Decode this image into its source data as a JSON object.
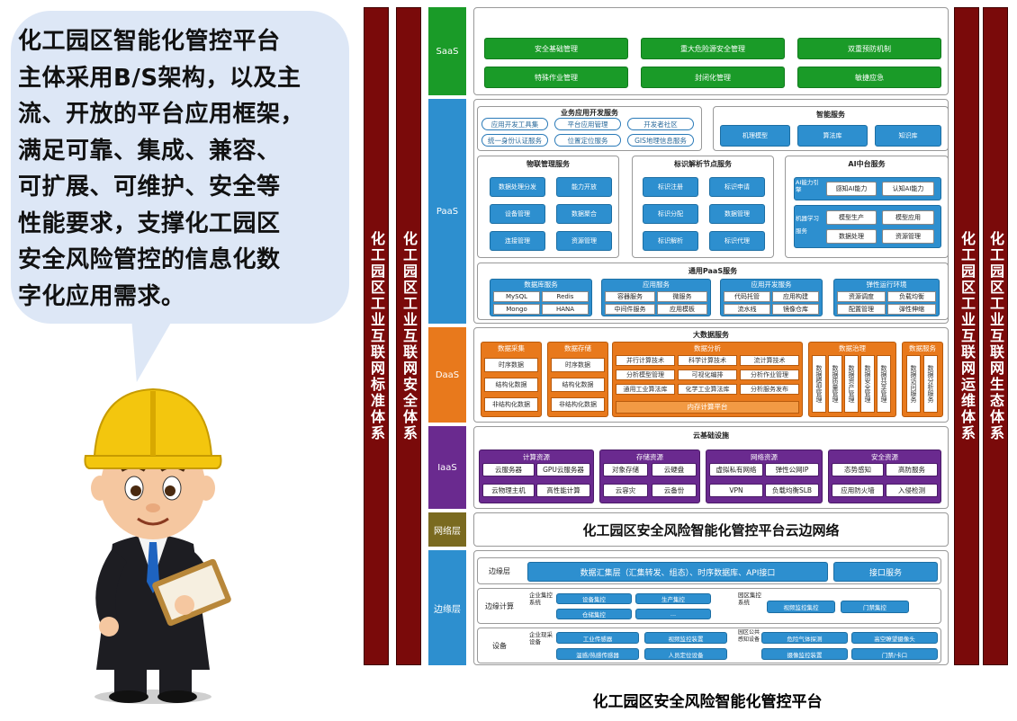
{
  "speech": {
    "lines": [
      "化工园区智能化管控平台",
      "主体采用B/S架构，以及主",
      "流、开放的平台应用框架，",
      "满足可靠、集成、兼容、",
      "可扩展、可维护、安全等",
      "性能要求，支撑化工园区",
      "安全风险管控的信息化数",
      "字化应用需求。"
    ]
  },
  "pillars": {
    "left1": "化工园区工业互联网标准体系",
    "left2": "化工园区工业互联网安全体系",
    "right1": "化工园区工业互联网运维体系",
    "right2": "化工园区工业互联网生态体系"
  },
  "layers": {
    "saas": "SaaS",
    "paas": "PaaS",
    "daas": "DaaS",
    "iaas": "IaaS",
    "network": "网络层",
    "edge": "边缘层"
  },
  "colors": {
    "saas": "#1a9b28",
    "paas": "#2d8fcf",
    "daas": "#e8791c",
    "iaas": "#6a2a8f",
    "network": "#7a6a20",
    "edge": "#2d8fcf",
    "pillar": "#7a0a0a"
  },
  "saas": {
    "buttons": [
      "安全基础管理",
      "重大危险源安全管理",
      "双重预防机制",
      "特殊作业管理",
      "封闭化管理",
      "敏捷应急"
    ]
  },
  "paas": {
    "biz_dev": {
      "title": "业务应用开发服务",
      "items": [
        "应用开发工具集",
        "平台应用管理",
        "开发者社区",
        "统一身份认证服务",
        "位置定位服务",
        "GIS地理信息服务"
      ]
    },
    "intelligent": {
      "title": "智能服务",
      "items": [
        "机理模型",
        "算法库",
        "知识库"
      ]
    },
    "iot": {
      "title": "物联管理服务",
      "items": [
        "数据处理分发",
        "能力开放",
        "设备管理",
        "数据聚合",
        "连接管理",
        "资源管理"
      ]
    },
    "identifier": {
      "title": "标识解析节点服务",
      "items": [
        "标识注册",
        "标识申请",
        "标识分配",
        "数据管理",
        "标识解析",
        "标识代理"
      ]
    },
    "ai": {
      "title": "AI中台服务",
      "label1": "AI能力引擎",
      "label2": "机器学习服务",
      "items": [
        "感知AI能力",
        "认知AI能力",
        "模型生产",
        "模型应用",
        "数据处理",
        "资源管理"
      ]
    },
    "general": {
      "title": "通用PaaS服务",
      "db": {
        "title": "数据库服务",
        "items": [
          "MySQL",
          "Redis",
          "Mongo",
          "HANA"
        ]
      },
      "app": {
        "title": "应用服务",
        "items": [
          "容器服务",
          "微服务",
          "中间件服务",
          "应用模板"
        ]
      },
      "dev": {
        "title": "应用开发服务",
        "items": [
          "代码托管",
          "应用构建",
          "流水线",
          "镜像仓库"
        ]
      },
      "elastic": {
        "title": "弹性运行环境",
        "items": [
          "资源调度",
          "负载均衡",
          "配置管理",
          "弹性伸缩"
        ]
      }
    }
  },
  "daas": {
    "title": "大数据服务",
    "collect": {
      "title": "数据采集",
      "items": [
        "时序数据",
        "结构化数据",
        "非结构化数据"
      ]
    },
    "storage": {
      "title": "数据存储",
      "items": [
        "时序数据",
        "结构化数据",
        "非结构化数据"
      ]
    },
    "analysis": {
      "title": "数据分析",
      "items": [
        "并行计算技术",
        "科学计算技术",
        "流计算技术",
        "分析模型管理",
        "可视化编排",
        "分析作业管理",
        "通用工业算法库",
        "化学工业算法库",
        "分析服务发布"
      ],
      "footer": "内存计算平台"
    },
    "governance": {
      "title": "数据治理",
      "items": [
        "数据模型管理",
        "数据质量管理",
        "数据资产管理",
        "数据安全管理",
        "数据共享管理"
      ]
    },
    "service": {
      "title": "数据服务",
      "items": [
        "数据访问服务",
        "数据分析服务"
      ]
    }
  },
  "iaas": {
    "title": "云基础设施",
    "compute": {
      "title": "计算资源",
      "items": [
        "云服务器",
        "GPU云服务器",
        "云物理主机",
        "高性能计算"
      ]
    },
    "storage": {
      "title": "存储资源",
      "items": [
        "对象存储",
        "云硬盘",
        "云容灾",
        "云备份"
      ]
    },
    "network": {
      "title": "网络资源",
      "items": [
        "虚拟私有网络",
        "弹性公网IP",
        "VPN",
        "负载均衡SLB"
      ]
    },
    "security": {
      "title": "安全资源",
      "items": [
        "态势感知",
        "高防服务",
        "应用防火墙",
        "入侵检测"
      ]
    }
  },
  "network": {
    "banner": "化工园区安全风险智能化管控平台云边网络"
  },
  "edge": {
    "edge_layer": {
      "label": "边缘层",
      "main": "数据汇集层（汇集转发、组态）、时序数据库、API接口",
      "side": "接口服务"
    },
    "edge_compute": {
      "label": "边缘计算",
      "sys1": "企业集控系统",
      "items1": [
        "设备集控",
        "生产集控",
        "仓储集控",
        "..."
      ],
      "sys2": "园区集控系统",
      "items2": [
        "视频监控集控",
        "门禁集控"
      ]
    },
    "device": {
      "label": "设备",
      "sys1": "企业现采设备",
      "items1": [
        "工业传感器",
        "视频监控装置",
        "温感/热感传感器",
        "人员定位设备"
      ],
      "sys2": "园区公共感知设备",
      "items2": [
        "危险气体探测",
        "高空瞭望摄像头",
        "摄像监控装置",
        "门禁/卡口"
      ]
    }
  },
  "caption": "化工园区安全风险智能化管控平台"
}
